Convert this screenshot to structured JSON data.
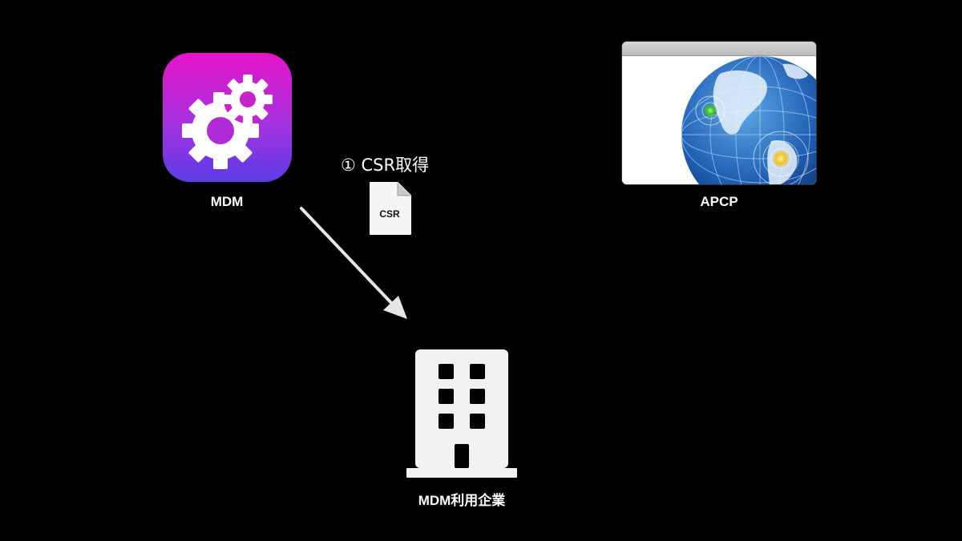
{
  "nodes": {
    "mdm": {
      "label": "MDM",
      "icon": "gear-icon"
    },
    "apcp": {
      "label": "APCP",
      "icon": "globe-icon"
    },
    "company": {
      "label": "MDM利用企業",
      "icon": "building-icon"
    }
  },
  "step": {
    "label": "① CSR取得"
  },
  "csr_doc": {
    "text": "CSR",
    "icon": "document-icon"
  },
  "colors": {
    "background": "#000000",
    "mdm_gradient_top": "#e614c8",
    "mdm_gradient_bottom": "#5a3ce4",
    "arrow": "#e6e6e6",
    "building": "#f2f2f2"
  }
}
